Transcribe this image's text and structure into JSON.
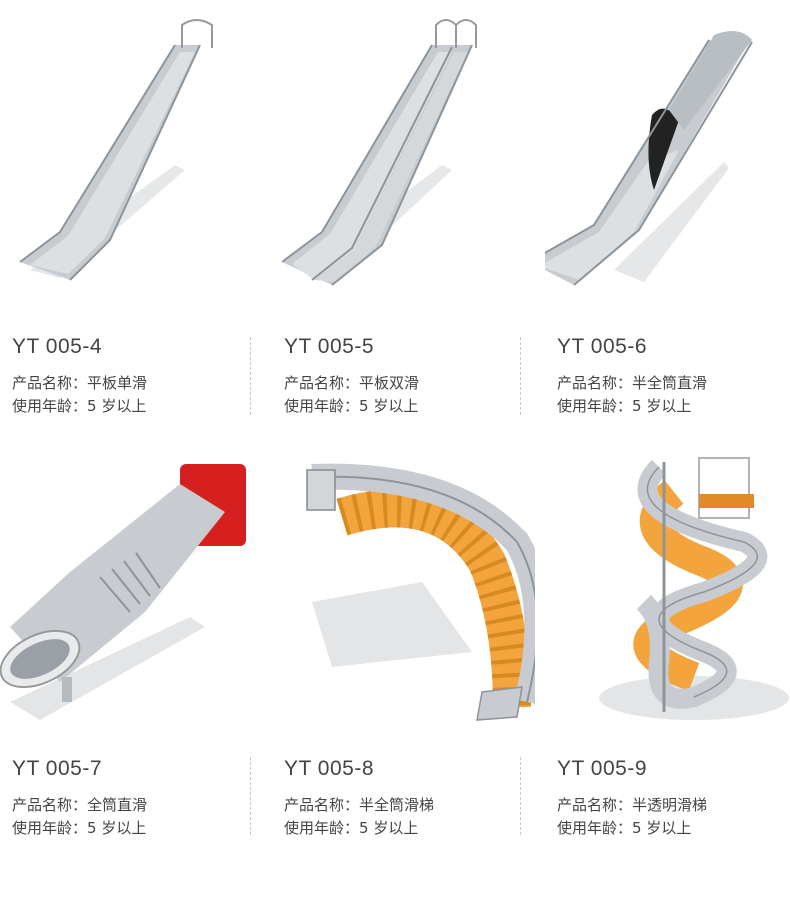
{
  "products": [
    {
      "code": "YT 005-4",
      "name_label": "产品名称：",
      "name": "平板单滑",
      "age_label": "使用年龄：",
      "age": "5 岁以上"
    },
    {
      "code": "YT 005-5",
      "name_label": "产品名称：",
      "name": "平板双滑",
      "age_label": "使用年龄：",
      "age": "5 岁以上"
    },
    {
      "code": "YT 005-6",
      "name_label": "产品名称：",
      "name": "半全筒直滑",
      "age_label": "使用年龄：",
      "age": "5 岁以上"
    },
    {
      "code": "YT 005-7",
      "name_label": "产品名称：",
      "name": "全筒直滑",
      "age_label": "使用年龄：",
      "age": "5 岁以上"
    },
    {
      "code": "YT 005-8",
      "name_label": "产品名称：",
      "name": "半全筒滑梯",
      "age_label": "使用年龄：",
      "age": "5 岁以上"
    },
    {
      "code": "YT 005-9",
      "name_label": "产品名称：",
      "name": "半透明滑梯",
      "age_label": "使用年龄：",
      "age": "5 岁以上"
    }
  ],
  "colors": {
    "steel": "#c9cdd1",
    "steel_dark": "#8d949a",
    "orange": "#f3a43c",
    "red": "#d61f1f",
    "shadow": "#e4e5e6"
  }
}
